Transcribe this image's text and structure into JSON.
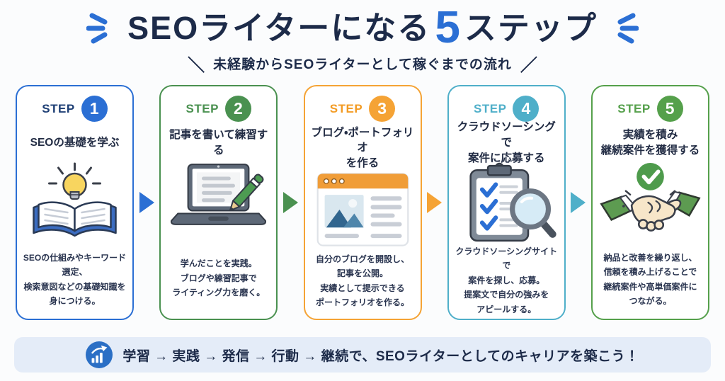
{
  "header": {
    "title_prefix": "SEOライターになる",
    "title_number": "5",
    "title_suffix": "ステップ",
    "title_color": "#1d2b49",
    "title_number_color": "#2b6fd4",
    "subtitle": "未経験からSEOライターとして稼ぐまでの流れ",
    "subtitle_slash_left": "＼",
    "subtitle_slash_right": "／",
    "decoration": "blue-speed-lines"
  },
  "steps": [
    {
      "label": "STEP",
      "number": "1",
      "title": "SEOの基礎を学ぶ",
      "description": "SEOの仕組みやキーワード選定、\n検索意図などの基礎知識を\n身につける。",
      "icon": "book-lightbulb-icon",
      "accent_color": "#2b6fd4",
      "label_color": "#1e3f75"
    },
    {
      "label": "STEP",
      "number": "2",
      "title": "記事を書いて練習する",
      "description": "学んだことを実践。\nブログや練習記事で\nライティング力を磨く。",
      "icon": "laptop-pencil-icon",
      "accent_color": "#4a9150",
      "label_color": "#4a9150"
    },
    {
      "label": "STEP",
      "number": "3",
      "title": "ブログ・ポートフォリオ\nを作る",
      "description": "自分のブログを開設し、\n記事を公開。\n実績として提示できる\nポートフォリオを作る。",
      "icon": "browser-portfolio-icon",
      "accent_color": "#f5a335",
      "label_color": "#f39b23"
    },
    {
      "label": "STEP",
      "number": "4",
      "title": "クラウドソーシングで\n案件に応募する",
      "description": "クラウドソーシングサイトで\n案件を探し、応募。\n提案文で自分の強みを\nアピールする。",
      "icon": "clipboard-magnifier-icon",
      "accent_color": "#4fafc9",
      "label_color": "#4fafc9"
    },
    {
      "label": "STEP",
      "number": "5",
      "title": "実績を積み\n継続案件を獲得する",
      "description": "納品と改善を繰り返し、\n信頼を積み上げることで\n継続案件や高単価案件に\nつながる。",
      "icon": "handshake-check-icon",
      "accent_color": "#55a04b",
      "label_color": "#55a04b"
    }
  ],
  "arrows": [
    {
      "color": "#2b6fd4"
    },
    {
      "color": "#4a9150"
    },
    {
      "color": "#f5a335"
    },
    {
      "color": "#4fafc9"
    }
  ],
  "banner": {
    "text": "学習 → 実践 → 発信 → 行動 → 継続で、SEOライターとしてのキャリアを築こう！",
    "icon": "growth-chart-icon",
    "background_color": "#e4ecf8",
    "icon_color": "#2b6fc5"
  }
}
